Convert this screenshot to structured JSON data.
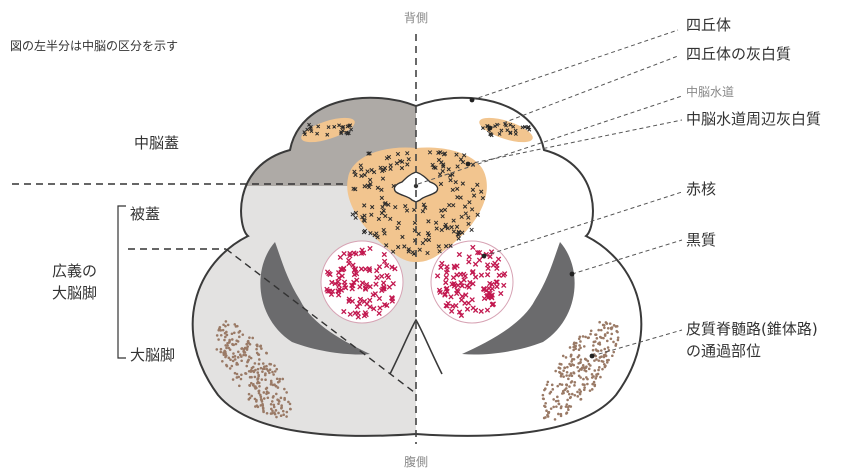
{
  "caption": "図の左半分は中脳の区分を示す",
  "orientation": {
    "top": "背側",
    "bottom": "腹側"
  },
  "left_labels": {
    "tectum": "中脳蓋",
    "tegmentum": "被蓋",
    "peduncle_broad_line1": "広義の",
    "peduncle_broad_line2": "大脳脚",
    "crus_cerebri": "大脳脚"
  },
  "right_labels": {
    "colliculus": "四丘体",
    "colliculus_gray": "四丘体の灰白質",
    "aqueduct": "中脳水道",
    "periaqueductal_gray": "中脳水道周辺灰白質",
    "red_nucleus": "赤核",
    "substantia_nigra": "黒質",
    "corticospinal_line1": "皮質脊髄路(錐体路)",
    "corticospinal_line2": "の通過部位"
  },
  "colors": {
    "outline": "#3a3a3a",
    "tectum_fill": "#aeaaa6",
    "tegmentum_fill": "#e3e2e1",
    "periaqueductal": "#f2c58f",
    "red_nucleus": "#c2184f",
    "substantia_nigra": "#6b6b6d",
    "corticospinal": "#9a7a66"
  }
}
